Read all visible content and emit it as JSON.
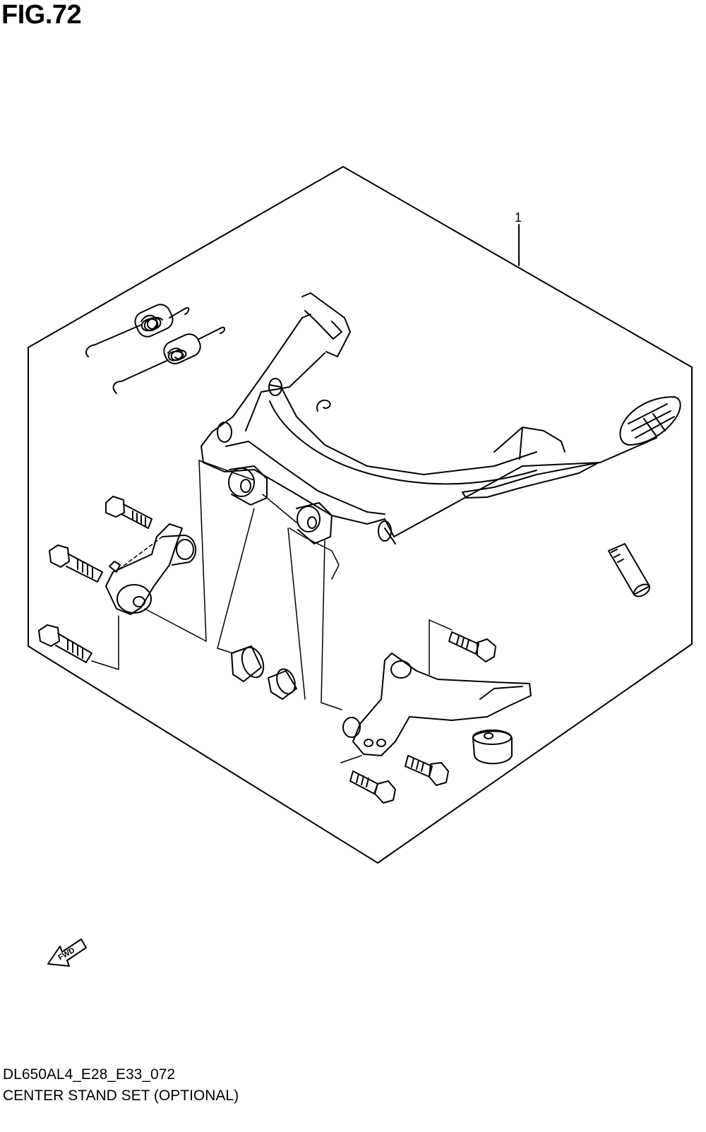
{
  "figure": {
    "title": "FIG.72"
  },
  "callouts": [
    {
      "label": "1"
    }
  ],
  "direction_marker": {
    "label": "FWD",
    "icon": "fwd-arrow-icon"
  },
  "footer": {
    "code": "DL650AL4_E28_E33_072",
    "caption": "CENTER STAND SET (OPTIONAL)"
  }
}
